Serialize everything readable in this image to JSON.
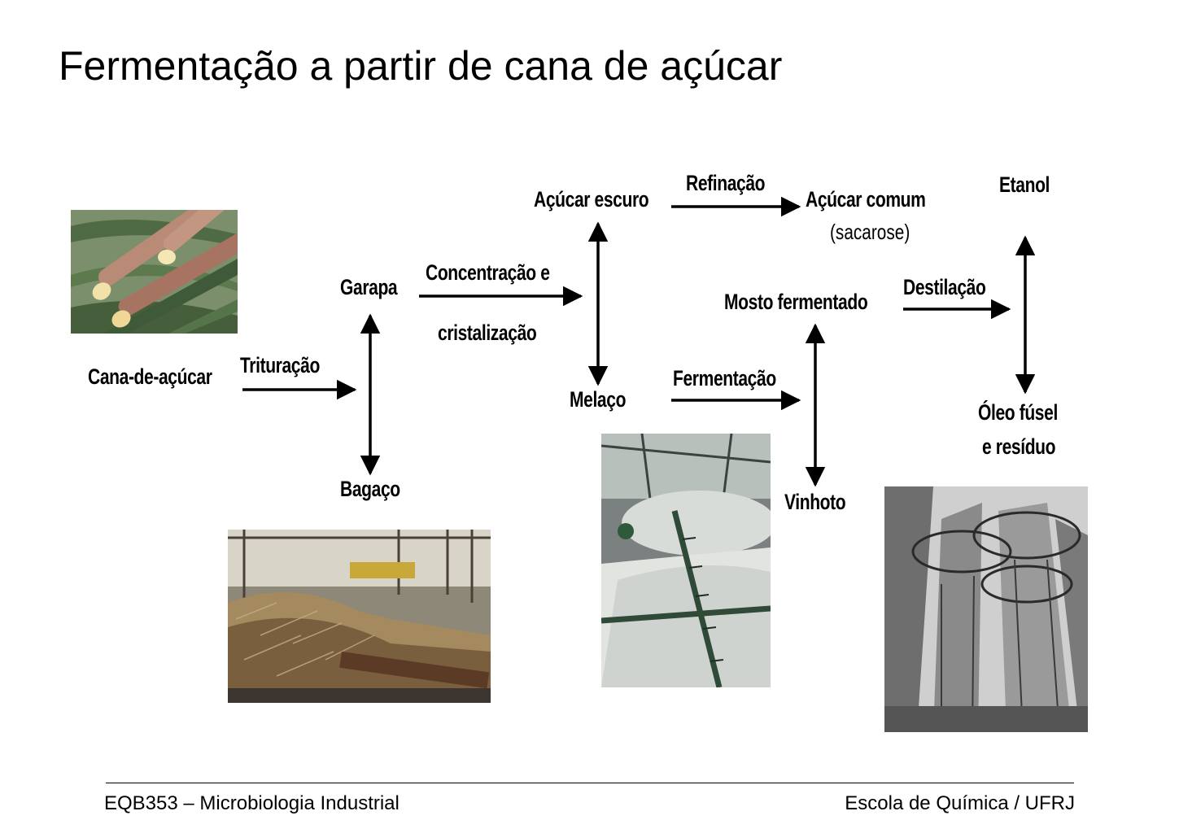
{
  "title": "Fermentação a partir de cana de açúcar",
  "nodes": {
    "cana": "Cana-de-açúcar",
    "garapa": "Garapa",
    "bagaco": "Bagaço",
    "acucar_escuro": "Açúcar escuro",
    "melaco": "Melaço",
    "acucar_comum": "Açúcar comum",
    "sacarose": "(sacarose)",
    "mosto": "Mosto fermentado",
    "vinhoto": "Vinhoto",
    "etanol": "Etanol",
    "oleo_line1": "Óleo fúsel",
    "oleo_line2": "e resíduo"
  },
  "processes": {
    "trituracao": "Trituração",
    "concentracao_line1": "Concentração e",
    "concentracao_line2": "cristalização",
    "refinacao": "Refinação",
    "fermentacao": "Fermentação",
    "destilacao": "Destilação"
  },
  "footer": {
    "left": "EQB353 – Microbiologia Industrial",
    "right": "Escola de Química / UFRJ"
  }
}
